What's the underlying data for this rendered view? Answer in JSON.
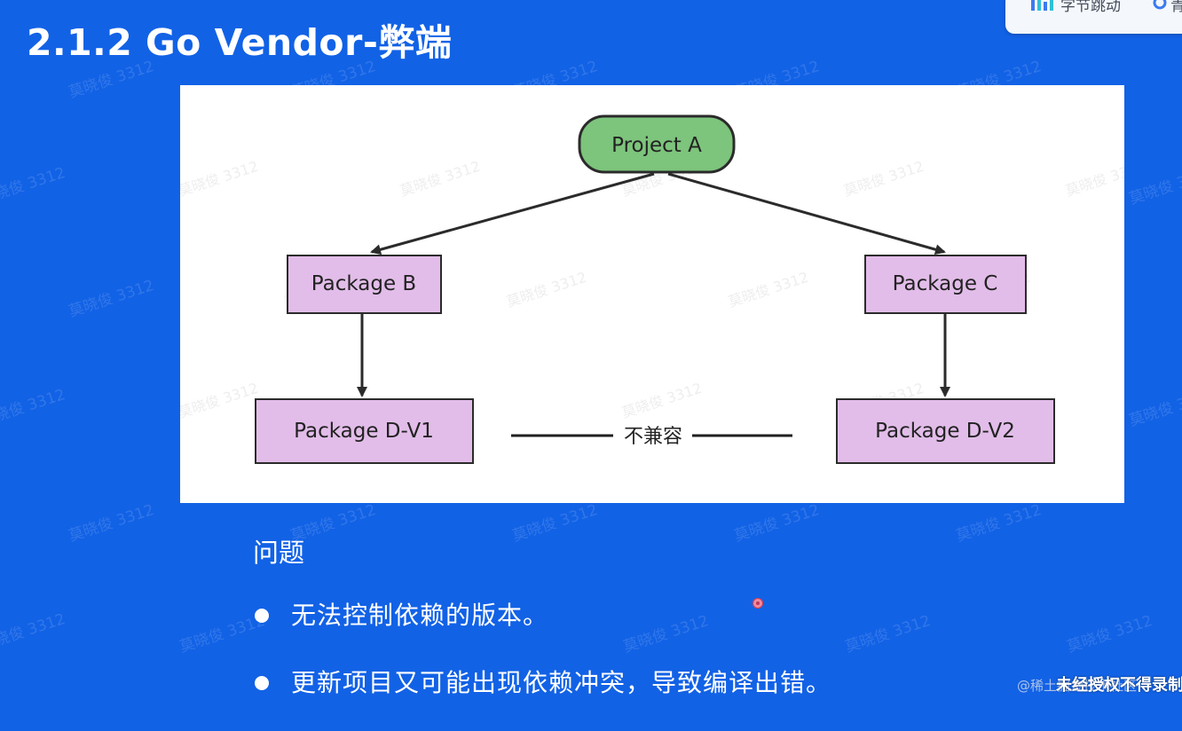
{
  "slide": {
    "title": "2.1.2 Go Vendor-弊端"
  },
  "brand": {
    "name": "字节跳动",
    "extra": "青"
  },
  "diagram": {
    "nodes": {
      "project_a": "Project A",
      "package_b": "Package B",
      "package_c": "Package C",
      "package_d_v1": "Package D-V1",
      "package_d_v2": "Package D-V2"
    },
    "edge_label": "不兼容",
    "colors": {
      "project_fill": "#7dc47c",
      "package_fill": "#e2bde9",
      "stroke": "#2b2b2b"
    }
  },
  "problems": {
    "heading": "问题",
    "items": [
      "无法控制依赖的版本。",
      "更新项目又可能出现依赖冲突，导致编译出错。"
    ]
  },
  "watermark": {
    "text": "莫晓俊 3312"
  },
  "footer": {
    "site_mark": "@稀土掘金技术社区",
    "copy_note": "未经授权不得录制"
  },
  "colors": {
    "background": "#1262e6",
    "pointer": "#f08a9c"
  }
}
